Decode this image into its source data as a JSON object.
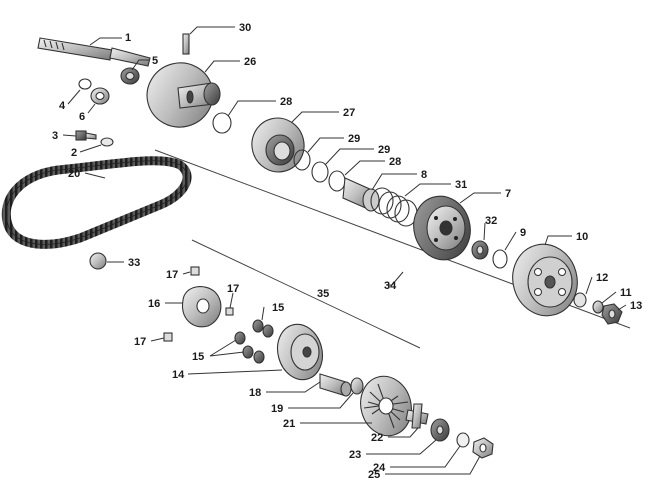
{
  "diagram": {
    "callouts": {
      "c1": "1",
      "c2": "2",
      "c3": "3",
      "c4": "4",
      "c5": "5",
      "c6": "6",
      "c7": "7",
      "c8": "8",
      "c9": "9",
      "c10": "10",
      "c11": "11",
      "c12": "12",
      "c13": "13",
      "c14": "14",
      "c15a": "15",
      "c15b": "15",
      "c16": "16",
      "c17a": "17",
      "c17b": "17",
      "c17c": "17",
      "c18": "18",
      "c19": "19",
      "c20": "20",
      "c21": "21",
      "c22": "22",
      "c23": "23",
      "c24": "24",
      "c25": "25",
      "c26": "26",
      "c27": "27",
      "c28a": "28",
      "c28b": "28",
      "c29a": "29",
      "c29b": "29",
      "c30": "30",
      "c31": "31",
      "c32": "32",
      "c33": "33",
      "c34": "34",
      "c35": "35"
    },
    "colors": {
      "metal": "#bdbdbd",
      "dark": "#5e5e5e",
      "light": "#e6e6e6",
      "line": "#333333"
    }
  }
}
